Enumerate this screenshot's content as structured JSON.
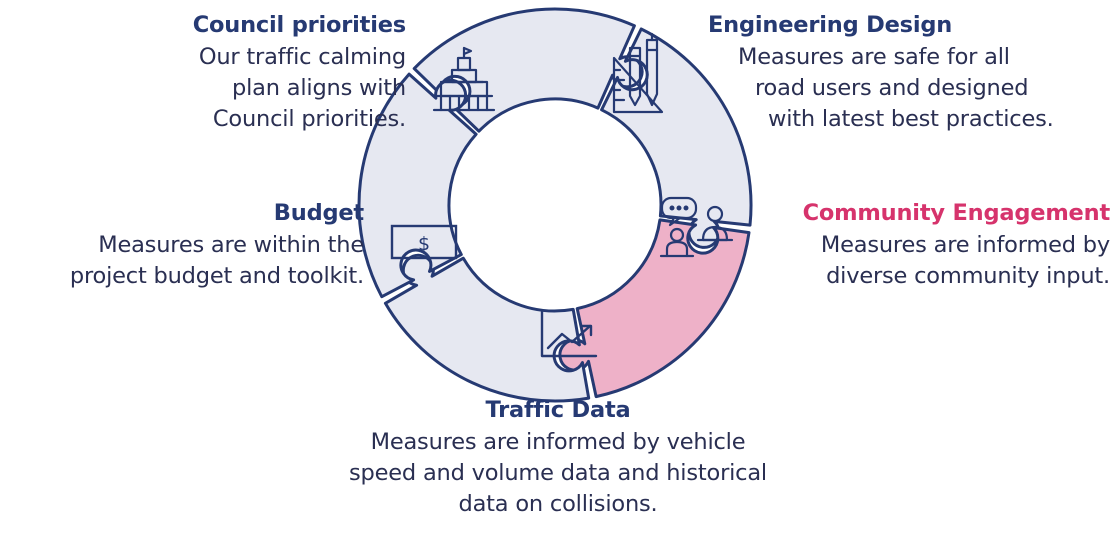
{
  "colors": {
    "piece_fill": "#e6e8f1",
    "piece_stroke": "#263a73",
    "accent_fill": "#eeb1c8",
    "title": "#263a73",
    "accent_title": "#d6336c",
    "body_text": "#2a2f52"
  },
  "segments": [
    {
      "key": "council",
      "icon": "city-hall-icon",
      "title": "Council priorities",
      "lines": [
        "Our traffic calming",
        "plan aligns with",
        "Council priorities."
      ],
      "highlighted": false
    },
    {
      "key": "engineering",
      "icon": "design-tools-icon",
      "title": "Engineering Design",
      "lines": [
        "Measures are safe for all",
        "road users and designed",
        "with latest best practices."
      ],
      "highlighted": false
    },
    {
      "key": "community",
      "icon": "people-talking-icon",
      "title": "Community Engagement",
      "lines": [
        "Measures are informed by",
        "diverse community input."
      ],
      "highlighted": true
    },
    {
      "key": "traffic",
      "icon": "line-chart-icon",
      "title": "Traffic Data",
      "lines": [
        "Measures are informed by vehicle",
        "speed and volume data and historical",
        "data on collisions."
      ],
      "highlighted": false
    },
    {
      "key": "budget",
      "icon": "dollar-bill-icon",
      "title": "Budget",
      "lines": [
        "Measures are within the",
        "project budget and toolkit."
      ],
      "highlighted": false
    }
  ],
  "icon_text": {
    "dollar_sign": "$"
  }
}
